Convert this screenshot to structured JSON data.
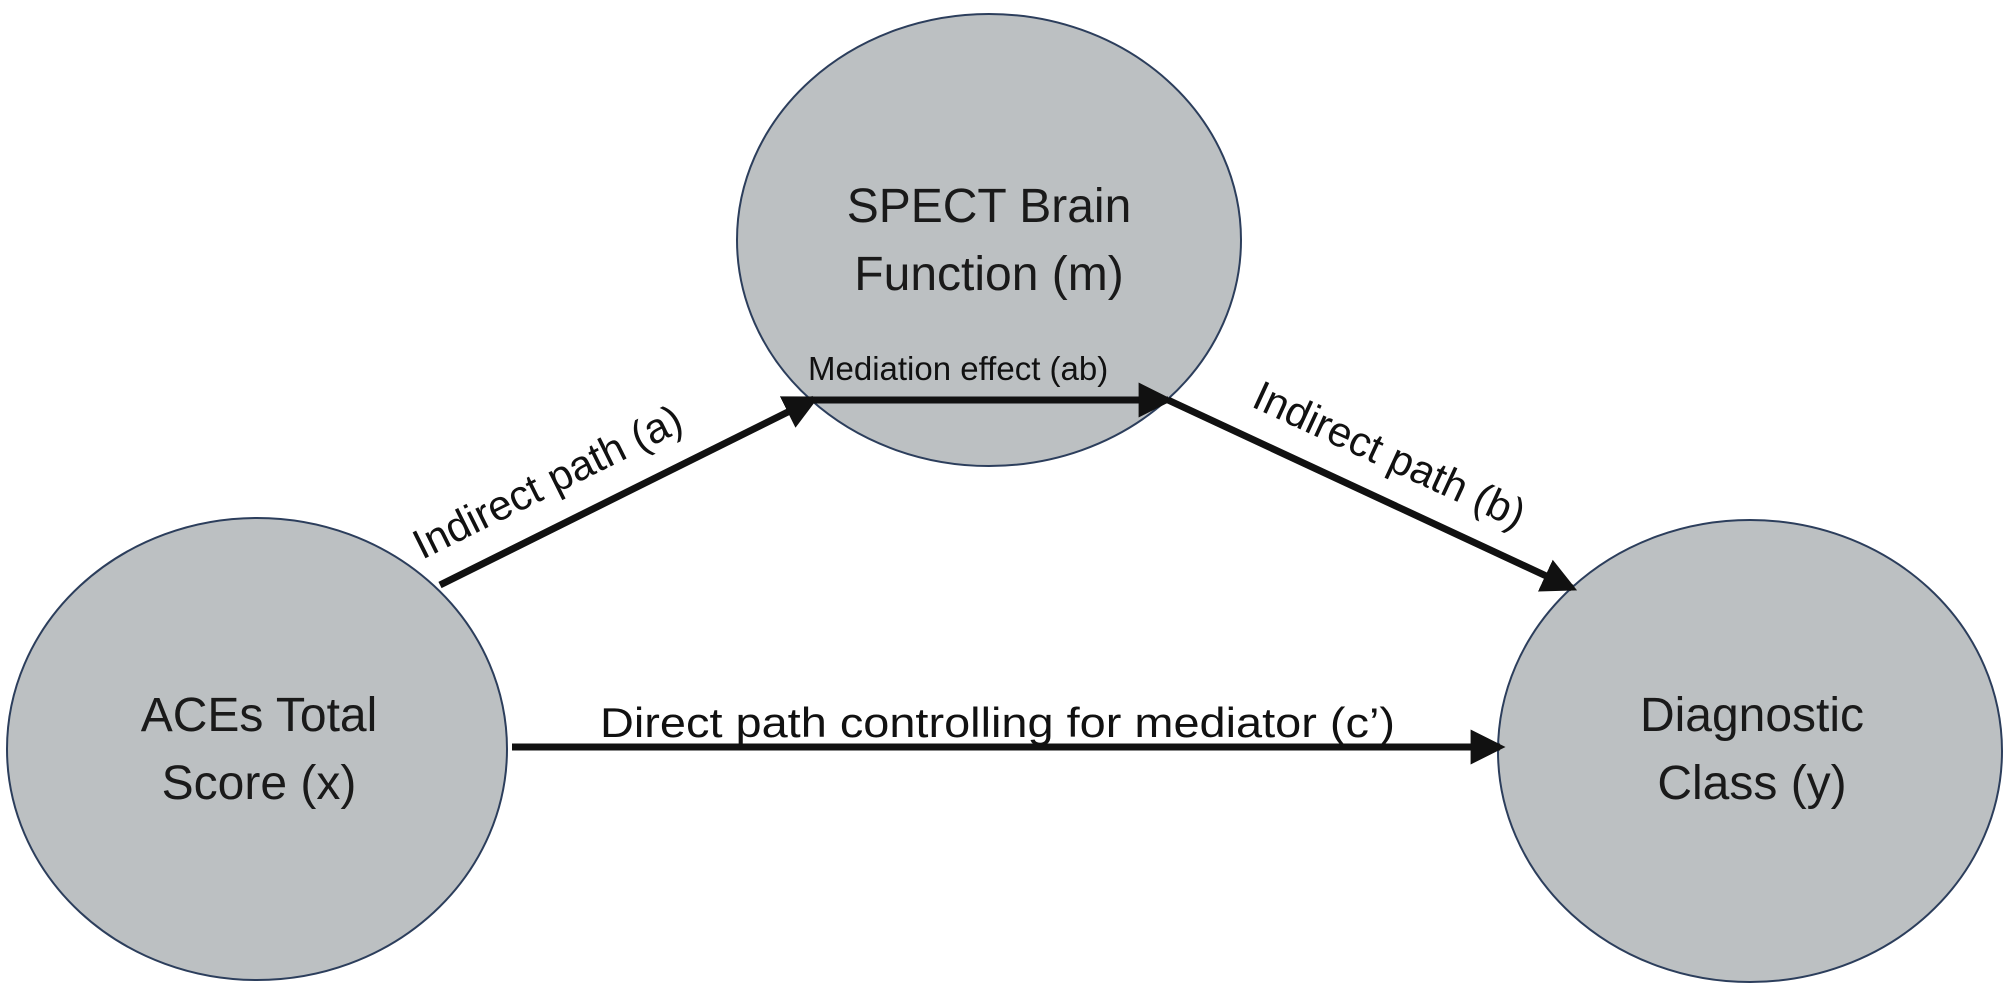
{
  "diagram": {
    "nodes": {
      "mediator": {
        "line1": "SPECT Brain",
        "line2": "Function (m)"
      },
      "predictor": {
        "line1": "ACEs Total",
        "line2": "Score (x)"
      },
      "outcome": {
        "line1": "Diagnostic",
        "line2": "Class (y)"
      }
    },
    "edges": {
      "path_a": "Indirect path (a)",
      "path_b": "Indirect path (b)",
      "mediation": "Mediation effect (ab)",
      "direct": "Direct path controlling for mediator (c’)"
    },
    "colors": {
      "node_fill": "#bcc0c2",
      "node_border": "#2c3e5c",
      "arrow": "#111111"
    }
  }
}
